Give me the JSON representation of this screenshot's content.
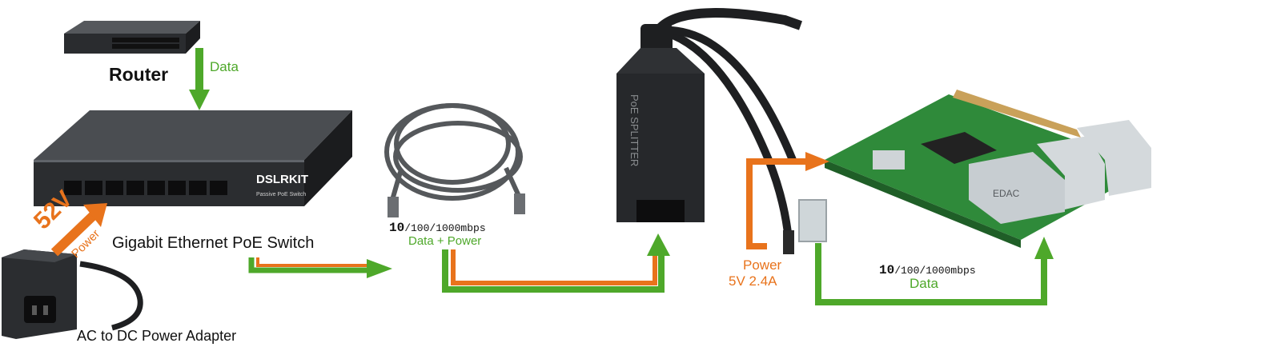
{
  "labels": {
    "router": "Router",
    "data_top": "Data",
    "switch_name": "Gigabit Ethernet PoE Switch",
    "adapter": "AC to DC Power Adapter",
    "voltage": "52V",
    "power": "Power",
    "cable_speed_bold": "10",
    "cable_speed_rest": "/100/1000mbps",
    "cable_payload": "Data + Power",
    "splitter_power": "Power",
    "splitter_voltage": "5V 2.4A",
    "pi_speed_bold": "10",
    "pi_speed_rest": "/100/1000mbps",
    "pi_data": "Data",
    "switch_brand": "DSLRKIT",
    "switch_model": "Passive PoE Switch",
    "splitter_text": "PoE SPLITTER",
    "pi_chip": "EDAC"
  },
  "colors": {
    "data": "#4ea82a",
    "power": "#e8731c",
    "device": "#2b2d30"
  }
}
